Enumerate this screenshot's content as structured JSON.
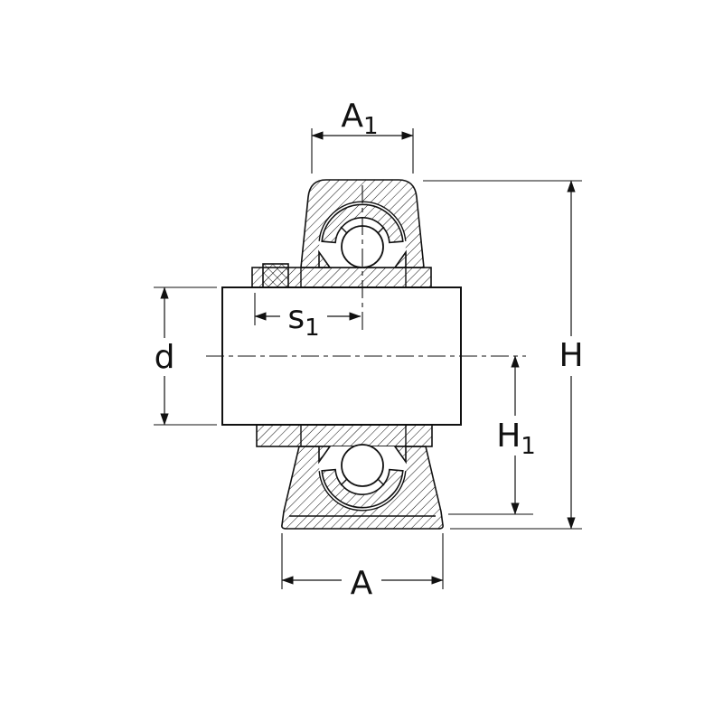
{
  "diagram": {
    "title": "pillow-block-bearing-unit-cross-section",
    "line_color": "#111111",
    "background_color": "#ffffff",
    "dimensions": {
      "a1": {
        "main": "A",
        "sub": "1"
      },
      "h": {
        "main": "H",
        "sub": ""
      },
      "d": {
        "main": "d",
        "sub": ""
      },
      "s1": {
        "main": "s",
        "sub": "1"
      },
      "h1": {
        "main": "H",
        "sub": "1"
      },
      "a": {
        "main": "A",
        "sub": ""
      }
    }
  }
}
